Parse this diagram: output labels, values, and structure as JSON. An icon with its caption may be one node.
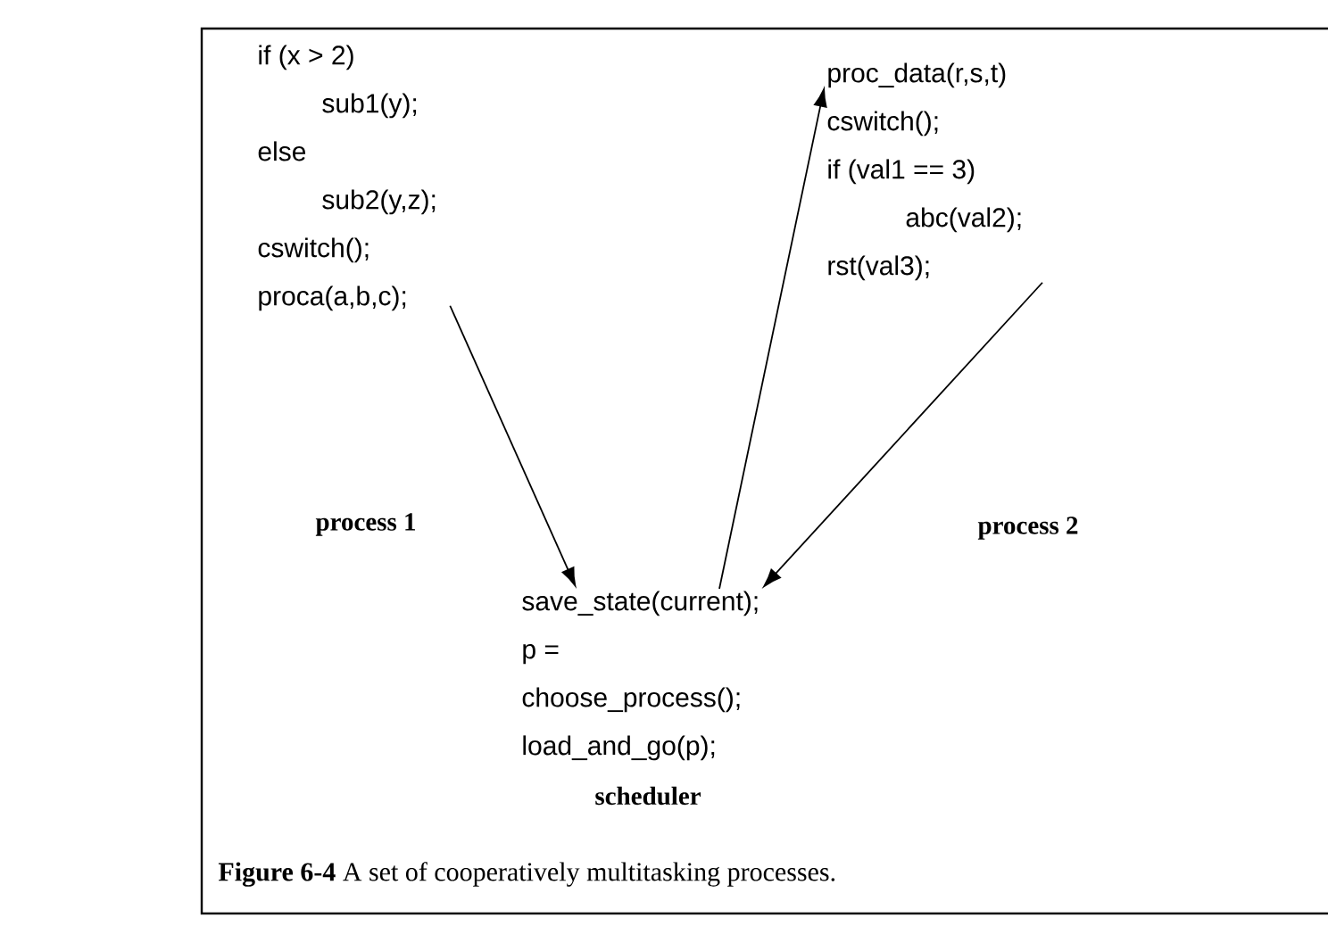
{
  "diagram": {
    "caption": "**Figure 6-4** A set of cooperatively multitasking processes.",
    "nodes": [
      {
        "text": [
          "if (x > 2)",
          "sub1(y);",
          "else",
          "sub2(y,z);",
          "cswitch();",
          "proca(a,b,c);"
        ]
      },
      {
        "text": [
          "proc_data(r,s,t)",
          "cswitch();",
          "if (val1 == 3)",
          "abc(val2);",
          "rst(val3);"
        ]
      },
      {
        "text": [
          "save_state(current);",
          "p =",
          "choose_process();",
          "load_and_go(p);"
        ],
        "beside": [
          "scheduler"
        ]
      }
    ],
    "edges": [
      {
        "from": 0,
        "to": 2,
        "arrow": "to"
      },
      {
        "from": 2,
        "to": 1,
        "arrow": "to"
      },
      {
        "from": 1,
        "to": 2,
        "arrow": "to"
      }
    ],
    "labels": [
      "process 1",
      "process 2"
    ]
  }
}
